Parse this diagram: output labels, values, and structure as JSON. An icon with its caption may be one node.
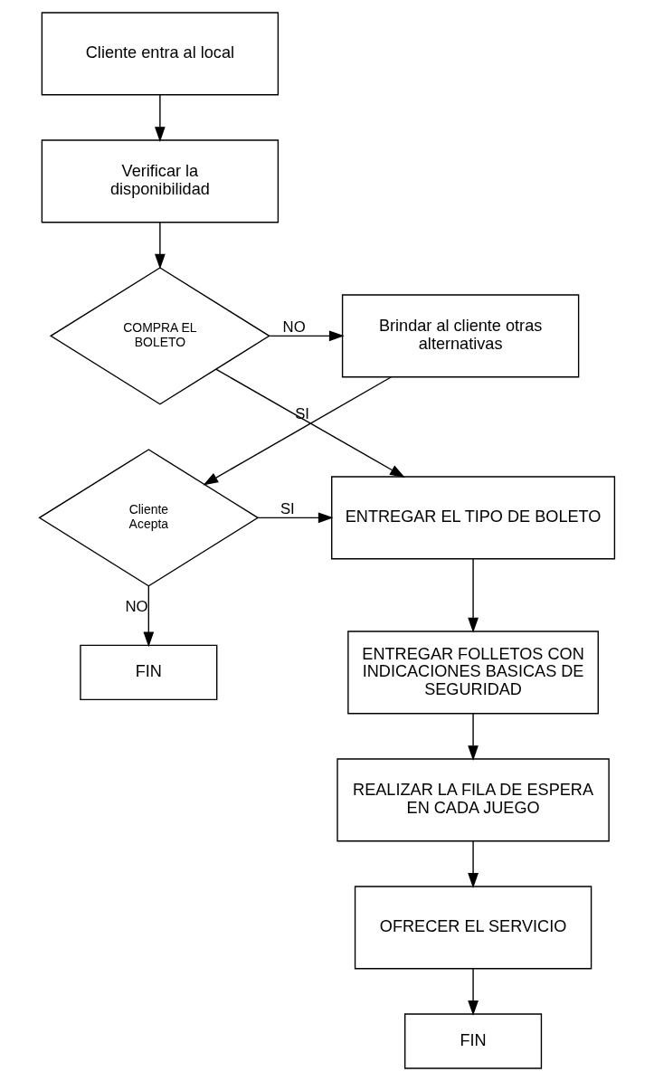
{
  "diagram": {
    "nodes": [
      {
        "text": [
          "Cliente entra al local"
        ]
      },
      {
        "text": [
          "Verificar la disponibilidad"
        ]
      },
      {
        "text": [
          "COMPRA EL BOLETO"
        ]
      },
      {
        "text": [
          "Brindar al cliente otras alternativas"
        ]
      },
      {
        "text": [
          "Cliente Acepta"
        ]
      },
      {
        "text": [
          "ENTREGAR EL TIPO DE BOLETO"
        ]
      },
      {
        "text": [
          "FIN"
        ]
      },
      {
        "text": [
          "ENTREGAR FOLLETOS CON INDICACIONES BASICAS DE SEGURIDAD"
        ]
      },
      {
        "text": [
          "REALIZAR LA FILA DE ESPERA EN CADA JUEGO"
        ]
      },
      {
        "text": [
          "OFRECER EL SERVICIO"
        ]
      },
      {
        "text": [
          "FIN"
        ]
      }
    ],
    "edges": [
      {
        "from": 0,
        "to": 1,
        "arrow": "to"
      },
      {
        "from": 1,
        "to": 2,
        "arrow": "to"
      },
      {
        "from": 2,
        "to": 3,
        "arrow": "to",
        "label": "NO"
      },
      {
        "from": 2,
        "to": 5,
        "arrow": "to",
        "label": "SI"
      },
      {
        "from": 3,
        "to": 4,
        "arrow": "to"
      },
      {
        "from": 4,
        "to": 5,
        "arrow": "to",
        "label": "SI"
      },
      {
        "from": 4,
        "to": 6,
        "arrow": "to",
        "label": "NO"
      },
      {
        "from": 5,
        "to": 7,
        "arrow": "to"
      },
      {
        "from": 7,
        "to": 8,
        "arrow": "to"
      },
      {
        "from": 8,
        "to": 9,
        "arrow": "to"
      },
      {
        "from": 9,
        "to": 10,
        "arrow": "to"
      }
    ]
  }
}
